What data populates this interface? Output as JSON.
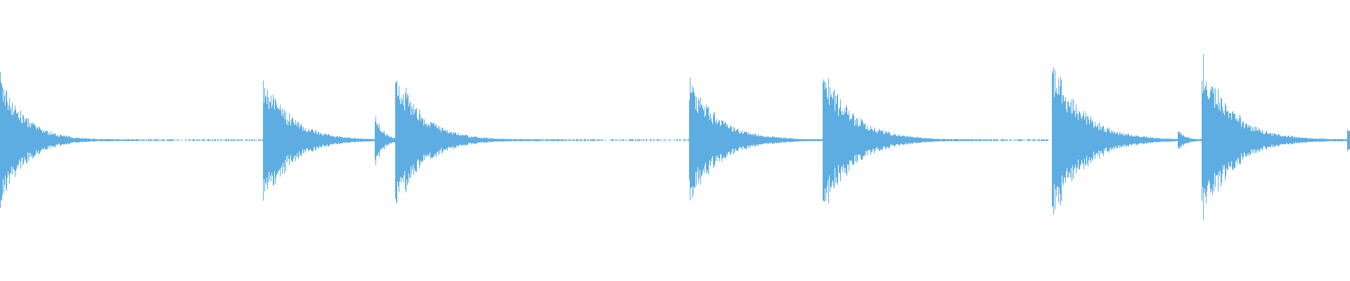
{
  "waveform": {
    "color": "#5DADE2",
    "background": "#ffffff",
    "transients": [
      {
        "t": 0.0,
        "amp": 0.52,
        "decay": 0.018
      },
      {
        "t": 0.195,
        "amp": 0.52,
        "decay": 0.02
      },
      {
        "t": 0.278,
        "amp": 0.2,
        "decay": 0.006
      },
      {
        "t": 0.293,
        "amp": 0.56,
        "decay": 0.02
      },
      {
        "t": 0.511,
        "amp": 0.47,
        "decay": 0.022
      },
      {
        "t": 0.61,
        "amp": 0.56,
        "decay": 0.022
      },
      {
        "t": 0.78,
        "amp": 0.63,
        "decay": 0.022
      },
      {
        "t": 0.873,
        "amp": 0.08,
        "decay": 0.006
      },
      {
        "t": 0.891,
        "amp": 0.63,
        "decay": 0.022
      },
      {
        "t": 0.999,
        "amp": 0.13,
        "decay": 0.004
      }
    ],
    "noise_floor": 0.008
  }
}
